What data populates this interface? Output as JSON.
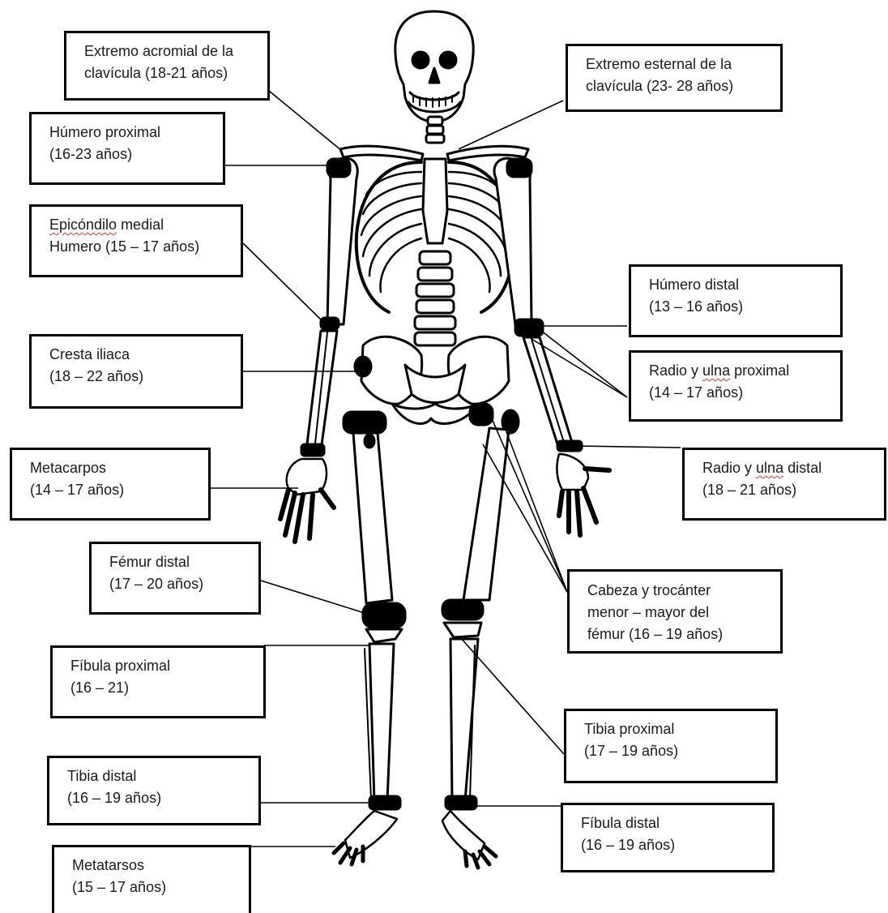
{
  "labels": {
    "acromial": {
      "line1": "Extremo acromial de la",
      "line2": "clavícula (18-21 años)"
    },
    "esternal": {
      "line1": "Extremo esternal de la",
      "line2": "clavícula (23- 28 años)"
    },
    "humero_proximal": {
      "line1": "Húmero proximal",
      "line2": "(16-23 años)"
    },
    "epicondilo": {
      "line1_word": "Epicóndilo",
      "line1_rest": " medial",
      "line2": "Humero (15 – 17 años)"
    },
    "humero_distal": {
      "line1": "Húmero distal",
      "line2": " (13 – 16 años)"
    },
    "cresta_iliaca": {
      "line1": "Cresta iliaca",
      "line2": "(18 – 22 años)"
    },
    "radio_ulna_proximal": {
      "line1_pre": "Radio y ",
      "line1_word": "ulna",
      "line1_post": " proximal",
      "line2": "(14 – 17 años)"
    },
    "metacarpos": {
      "line1": "Metacarpos",
      "line2": "(14 – 17 años)"
    },
    "radio_ulna_distal": {
      "line1_pre": "Radio y ",
      "line1_word": "ulna",
      "line1_post": " distal",
      "line2": " (18 – 21 años)"
    },
    "femur_distal": {
      "line1": "Fémur distal",
      "line2": "(17 – 20 años)"
    },
    "cabeza_trocanter": {
      "line1": "Cabeza y trocánter",
      "line2": "menor – mayor del",
      "line3": "fémur (16 – 19 años)"
    },
    "fibula_proximal": {
      "line1": "Fíbula proximal",
      "line2": "(16 – 21)"
    },
    "tibia_proximal": {
      "line1": "Tibia proximal",
      "line2": "(17 – 19 años)"
    },
    "tibia_distal": {
      "line1": "Tibia distal",
      "line2": " (16 – 19 años)"
    },
    "fibula_distal": {
      "line1": "Fíbula distal",
      "line2": " (16 – 19 años)"
    },
    "metatarsos": {
      "line1": "Metatarsos",
      "line2": "(15 – 17 años)"
    }
  },
  "colors": {
    "ink": "#000000",
    "paper": "#ffffff",
    "text": "#1a1a1a",
    "spellcheck": "#d8342c"
  }
}
